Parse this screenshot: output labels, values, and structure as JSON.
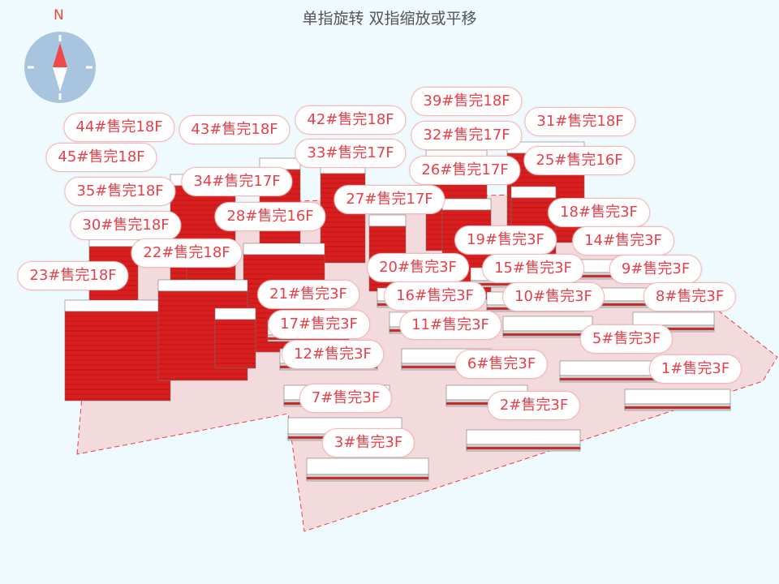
{
  "header": {
    "title": "单指旋转 双指缩放或平移"
  },
  "compass": {
    "north_label": "N"
  },
  "colors": {
    "building": "#d81e1e",
    "label_text": "#e8404a",
    "ground": "#f3dadd"
  },
  "labels": [
    {
      "text": "39#售完18F"
    },
    {
      "text": "31#售完18F"
    },
    {
      "text": "42#售完18F"
    },
    {
      "text": "43#售完18F"
    },
    {
      "text": "44#售完18F"
    },
    {
      "text": "45#售完18F"
    },
    {
      "text": "32#售完17F"
    },
    {
      "text": "33#售完17F"
    },
    {
      "text": "25#售完16F"
    },
    {
      "text": "26#售完17F"
    },
    {
      "text": "34#售完17F"
    },
    {
      "text": "27#售完17F"
    },
    {
      "text": "35#售完18F"
    },
    {
      "text": "28#售完16F"
    },
    {
      "text": "18#售完3F"
    },
    {
      "text": "30#售完18F"
    },
    {
      "text": "19#售完3F"
    },
    {
      "text": "14#售完3F"
    },
    {
      "text": "22#售完18F"
    },
    {
      "text": "23#售完18F"
    },
    {
      "text": "20#售完3F"
    },
    {
      "text": "15#售完3F"
    },
    {
      "text": "9#售完3F"
    },
    {
      "text": "21#售完3F"
    },
    {
      "text": "16#售完3F"
    },
    {
      "text": "10#售完3F"
    },
    {
      "text": "8#售完3F"
    },
    {
      "text": "17#售完3F"
    },
    {
      "text": "11#售完3F"
    },
    {
      "text": "5#售完3F"
    },
    {
      "text": "12#售完3F"
    },
    {
      "text": "6#售完3F"
    },
    {
      "text": "1#售完3F"
    },
    {
      "text": "7#售完3F"
    },
    {
      "text": "2#售完3F"
    },
    {
      "text": "3#售完3F"
    }
  ]
}
